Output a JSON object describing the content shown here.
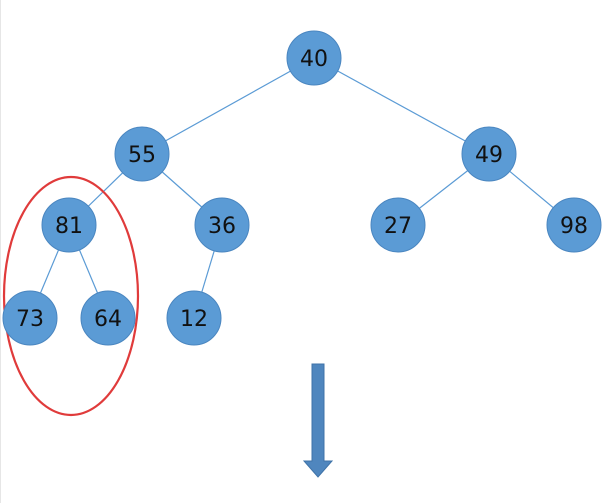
{
  "colors": {
    "node_fill": "#5b9bd5",
    "node_stroke": "#4a86c0",
    "edge": "#5b9bd5",
    "highlight": "#e03b3b",
    "arrow_fill": "#4f86be",
    "arrow_stroke": "#3f73a8",
    "text": "#111111"
  },
  "nodes": [
    {
      "id": "n40",
      "label": "40"
    },
    {
      "id": "n55",
      "label": "55"
    },
    {
      "id": "n49",
      "label": "49"
    },
    {
      "id": "n81",
      "label": "81"
    },
    {
      "id": "n36",
      "label": "36"
    },
    {
      "id": "n27",
      "label": "27"
    },
    {
      "id": "n98",
      "label": "98"
    },
    {
      "id": "n73",
      "label": "73"
    },
    {
      "id": "n64",
      "label": "64"
    },
    {
      "id": "n12",
      "label": "12"
    }
  ],
  "edges": [
    {
      "from": "n40",
      "to": "n55"
    },
    {
      "from": "n40",
      "to": "n49"
    },
    {
      "from": "n55",
      "to": "n81"
    },
    {
      "from": "n55",
      "to": "n36"
    },
    {
      "from": "n49",
      "to": "n27"
    },
    {
      "from": "n49",
      "to": "n98"
    },
    {
      "from": "n81",
      "to": "n73"
    },
    {
      "from": "n81",
      "to": "n64"
    },
    {
      "from": "n36",
      "to": "n12"
    }
  ],
  "highlight": {
    "nodes": [
      "n81",
      "n73",
      "n64"
    ],
    "shape": "ellipse"
  },
  "arrow": {
    "direction": "down"
  }
}
